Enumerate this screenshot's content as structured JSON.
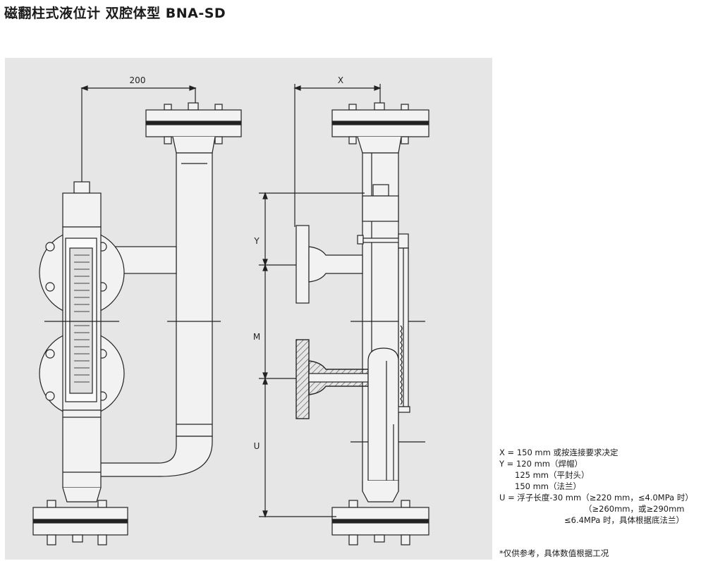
{
  "title": "磁翻柱式液位计 双腔体型 BNA-SD",
  "diagram": {
    "dim_200": "200",
    "dim_x": "X",
    "dim_y": "Y",
    "dim_m": "M",
    "dim_u": "U"
  },
  "notes": [
    "X = 150 mm 或按连接要求决定",
    "Y = 120 mm（焊帽）",
    "125 mm（平封头）",
    "150 mm（法兰）",
    "U = 浮子长度-30 mm（≥220 mm，≤4.0MPa 时）",
    "（≥260mm，或≥290mm",
    "≤6.4MPa 时，具体根据底法兰）"
  ],
  "footnote": "*仅供参考，具体数值根据工况",
  "colors": {
    "panel": "#e6e6e6",
    "line": "#222222",
    "hatch": "#444444"
  }
}
